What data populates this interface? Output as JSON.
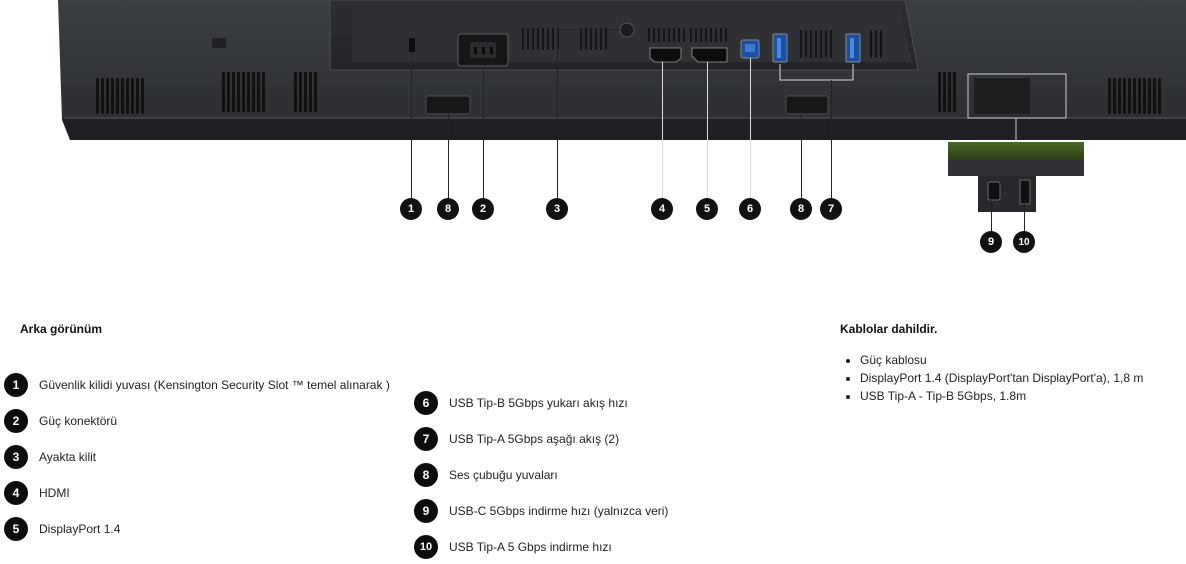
{
  "diagram": {
    "callouts": [
      "1",
      "8",
      "2",
      "3",
      "4",
      "5",
      "6",
      "8",
      "7",
      "9",
      "10"
    ]
  },
  "rear_view": {
    "title": "Arka görünüm",
    "items_left": [
      {
        "num": "1",
        "label": "Güvenlik kilidi yuvası (Kensington Security Slot ™ temel alınarak )"
      },
      {
        "num": "2",
        "label": "Güç konektörü"
      },
      {
        "num": "3",
        "label": "Ayakta kilit"
      },
      {
        "num": "4",
        "label": "HDMI"
      },
      {
        "num": "5",
        "label": "DisplayPort 1.4"
      }
    ],
    "items_right": [
      {
        "num": "6",
        "label": "USB Tip-B 5Gbps yukarı akış hızı"
      },
      {
        "num": "7",
        "label": "USB Tip-A 5Gbps aşağı akış (2)"
      },
      {
        "num": "8",
        "label": "Ses çubuğu yuvaları"
      },
      {
        "num": "9",
        "label": "USB-C 5Gbps indirme hızı (yalnızca veri)"
      },
      {
        "num": "10",
        "label": "USB Tip-A 5 Gbps indirme hızı"
      }
    ]
  },
  "cables": {
    "title": "Kablolar dahildir.",
    "items": [
      "Güç kablosu",
      "DisplayPort 1.4 (DisplayPort'tan DisplayPort'a), 1,8 m",
      "USB Tip-A - Tip-B 5Gbps, 1.8m"
    ]
  }
}
